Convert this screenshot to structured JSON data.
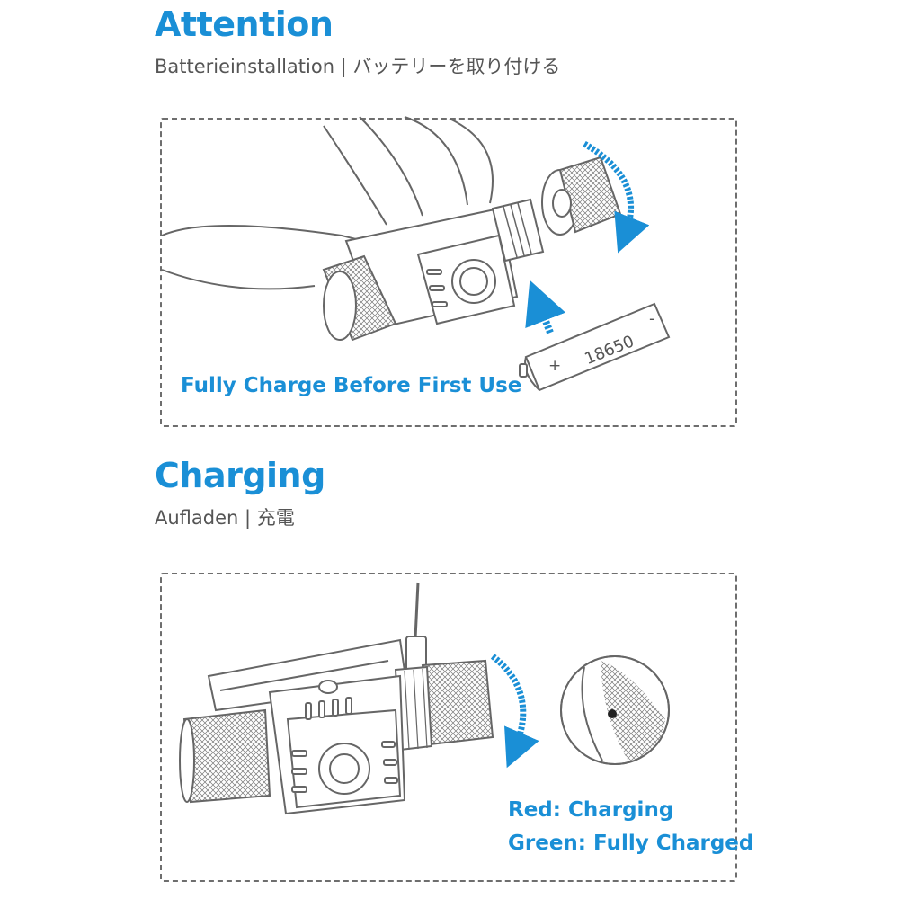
{
  "colors": {
    "accent": "#1a8fd6",
    "text": "#555555",
    "line": "#6e6e6e"
  },
  "attention": {
    "title": "Attention",
    "subtitle": "Batterieinstallation | バッテリーを取り付ける",
    "note": "Fully Charge Before First Use",
    "battery_label": "18650",
    "battery_plus": "+",
    "battery_minus": "-"
  },
  "charging": {
    "title": "Charging",
    "subtitle": "Aufladen | 充電",
    "status_red": "Red: Charging",
    "status_green": "Green: Fully Charged"
  },
  "icons": [
    "rotate-arrow-icon",
    "insert-arrow-icon",
    "usb-cable-icon",
    "indicator-light-icon"
  ]
}
